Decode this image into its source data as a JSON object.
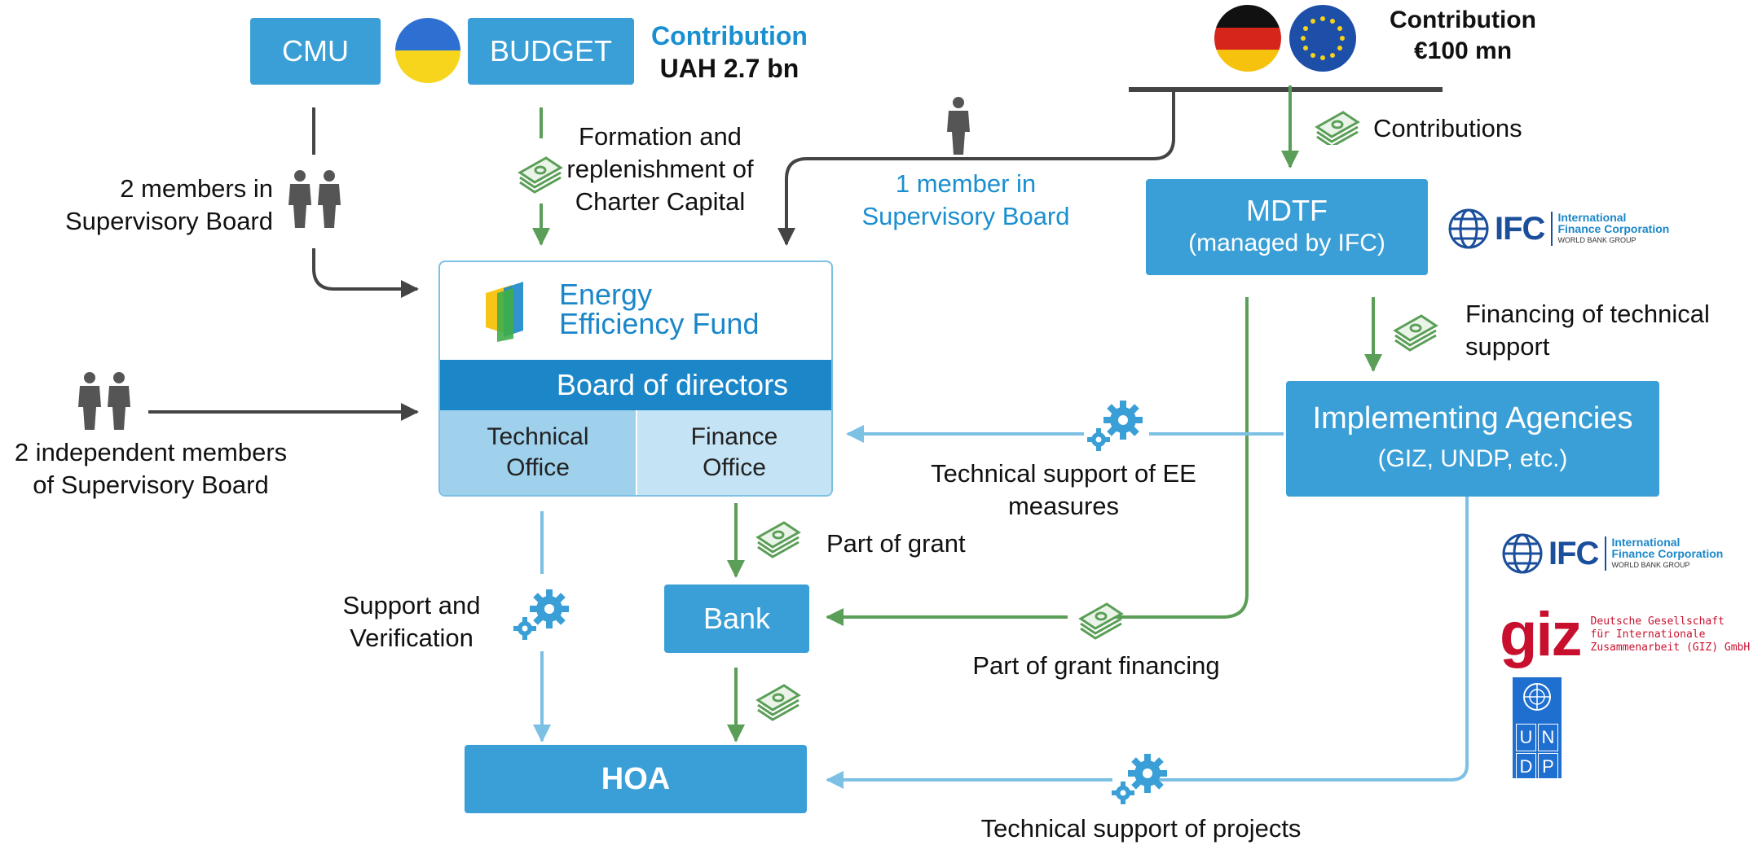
{
  "top_left": {
    "cmu": "CMU",
    "budget": "BUDGET",
    "contribution_title": "Contribution",
    "contribution_value": "UAH 2.7 bn"
  },
  "top_right": {
    "contribution_title": "Contribution",
    "contribution_value": "€100 mn",
    "contributions_label": "Contributions"
  },
  "labels": {
    "formation": [
      "Formation and",
      "replenishment of",
      "Charter Capital"
    ],
    "cmu_members": [
      "2 members in",
      "Supervisory Board"
    ],
    "one_member": [
      "1 member in",
      "Supervisory Board"
    ],
    "independent": [
      "2 independent members",
      "of Supervisory Board"
    ],
    "financing_tech": [
      "Financing of technical",
      "support"
    ],
    "tech_support_ee": [
      "Technical support of EE",
      "measures"
    ],
    "part_of_grant": "Part of grant",
    "support_verification": [
      "Support and",
      "Verification"
    ],
    "part_grant_financing": "Part of grant financing",
    "tech_support_projects": "Technical support of projects"
  },
  "fund": {
    "logo_line1": "Energy",
    "logo_line2": "Efficiency Fund",
    "board": "Board of directors",
    "technical_office": [
      "Technical",
      "Office"
    ],
    "finance_office": [
      "Finance",
      "Office"
    ]
  },
  "mdtf": {
    "title": "MDTF",
    "subtitle": "(managed by IFC)"
  },
  "agencies": {
    "title": "Implementing Agencies",
    "subtitle": "(GIZ, UNDP, etc.)"
  },
  "bank": "Bank",
  "hoa": "HOA",
  "logos": {
    "ifc_text": "IFC",
    "ifc_line1": "International",
    "ifc_line2": "Finance Corporation",
    "ifc_line3": "WORLD BANK GROUP",
    "giz_text": "giz",
    "giz_line1": "Deutsche Gesellschaft",
    "giz_line2": "für Internationale",
    "giz_line3": "Zusammenarbeit (GIZ) GmbH",
    "undp_letters": [
      "U",
      "N",
      "D",
      "P"
    ]
  },
  "colors": {
    "box_blue": "#3a9fd6",
    "board_blue": "#1b87c9",
    "office_light": "#9fd0ec",
    "money_green": "#5a9e57",
    "arrow_dark": "#444444",
    "arrow_light_blue": "#7cc0e4"
  }
}
